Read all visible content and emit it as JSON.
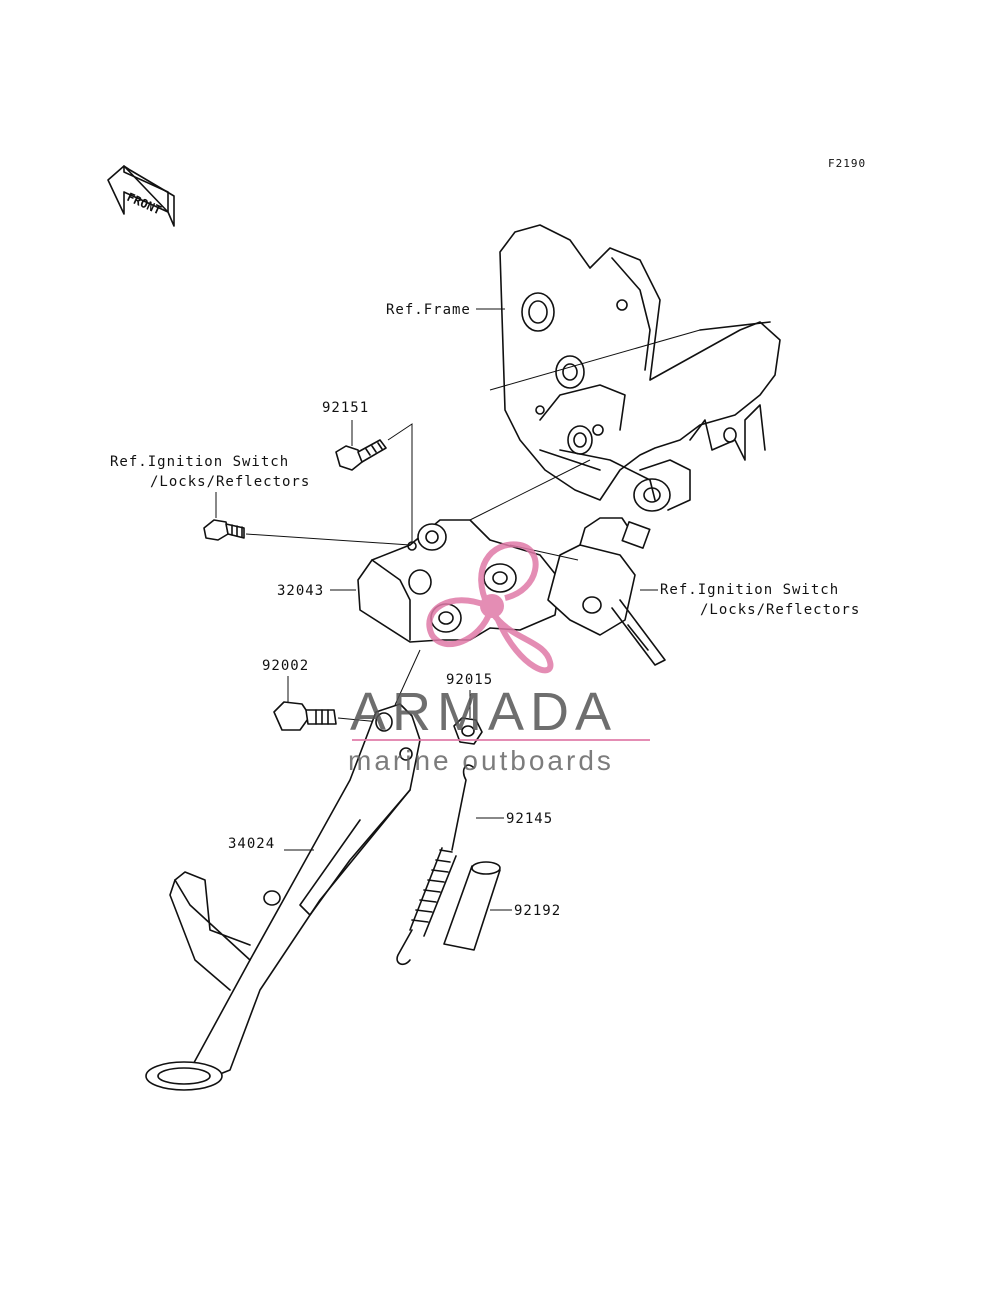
{
  "figure_code": "F2190",
  "front_badge": "FRONT",
  "callouts": {
    "ref_frame": "Ref.Frame",
    "part_92151": "92151",
    "ref_ignition_left_line1": "Ref.Ignition Switch",
    "ref_ignition_left_line2": "/Locks/Reflectors",
    "part_32043": "32043",
    "ref_ignition_right_line1": "Ref.Ignition Switch",
    "ref_ignition_right_line2": "/Locks/Reflectors",
    "part_92002": "92002",
    "part_92015": "92015",
    "part_92145": "92145",
    "part_34024": "34024",
    "part_92192": "92192"
  },
  "watermark": {
    "brand": "ARMADA",
    "tagline": "marine outboards",
    "accent_color": "#e07aa8"
  }
}
